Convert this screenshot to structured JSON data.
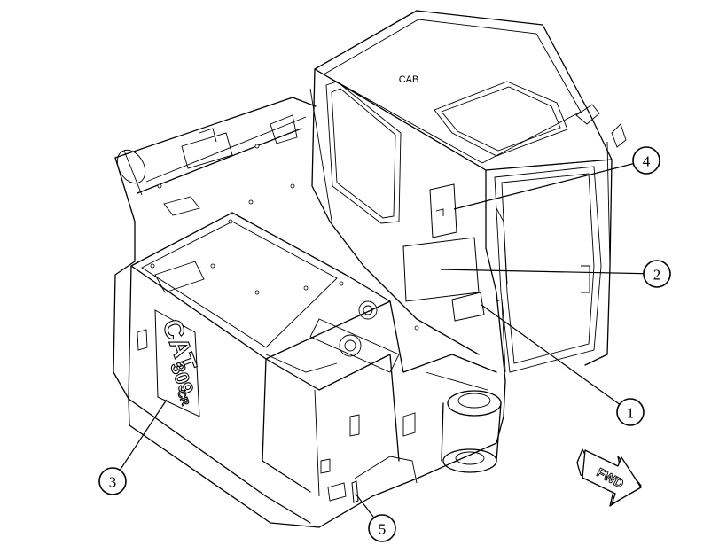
{
  "cab_label": "CAB",
  "fwd_label": "FWD",
  "logo": {
    "brand": "CAT",
    "model": "309",
    "suffix": "CR"
  },
  "callouts": [
    {
      "id": "1",
      "label": "1"
    },
    {
      "id": "2",
      "label": "2"
    },
    {
      "id": "3",
      "label": "3"
    },
    {
      "id": "4",
      "label": "4"
    },
    {
      "id": "5",
      "label": "5"
    }
  ]
}
